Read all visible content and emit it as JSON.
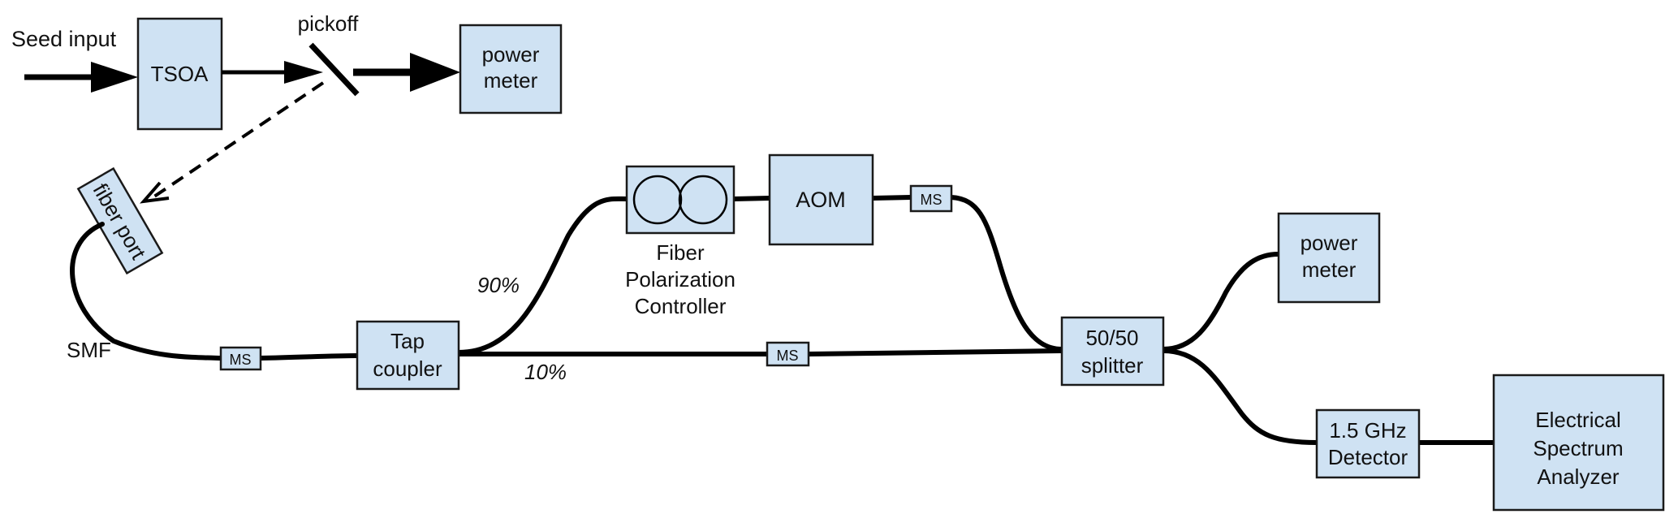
{
  "labels": {
    "seed_input": "Seed input",
    "pickoff": "pickoff",
    "tsoa": "TSOA",
    "power_meter_top": [
      "power",
      "meter"
    ],
    "fiber_port": "fiber port",
    "smf": "SMF",
    "ms": "MS",
    "tap_coupler": [
      "Tap",
      "coupler"
    ],
    "pct_90": "90%",
    "pct_10": "10%",
    "fpc_caption": [
      "Fiber",
      "Polarization",
      "Controller"
    ],
    "aom": "AOM",
    "splitter": [
      "50/50",
      "splitter"
    ],
    "power_meter_right": [
      "power",
      "meter"
    ],
    "detector": [
      "1.5 GHz",
      "Detector"
    ],
    "esa": [
      "Electrical",
      "Spectrum",
      "Analyzer"
    ]
  },
  "colors": {
    "box_fill": "#cfe2f3",
    "line": "#000000"
  }
}
